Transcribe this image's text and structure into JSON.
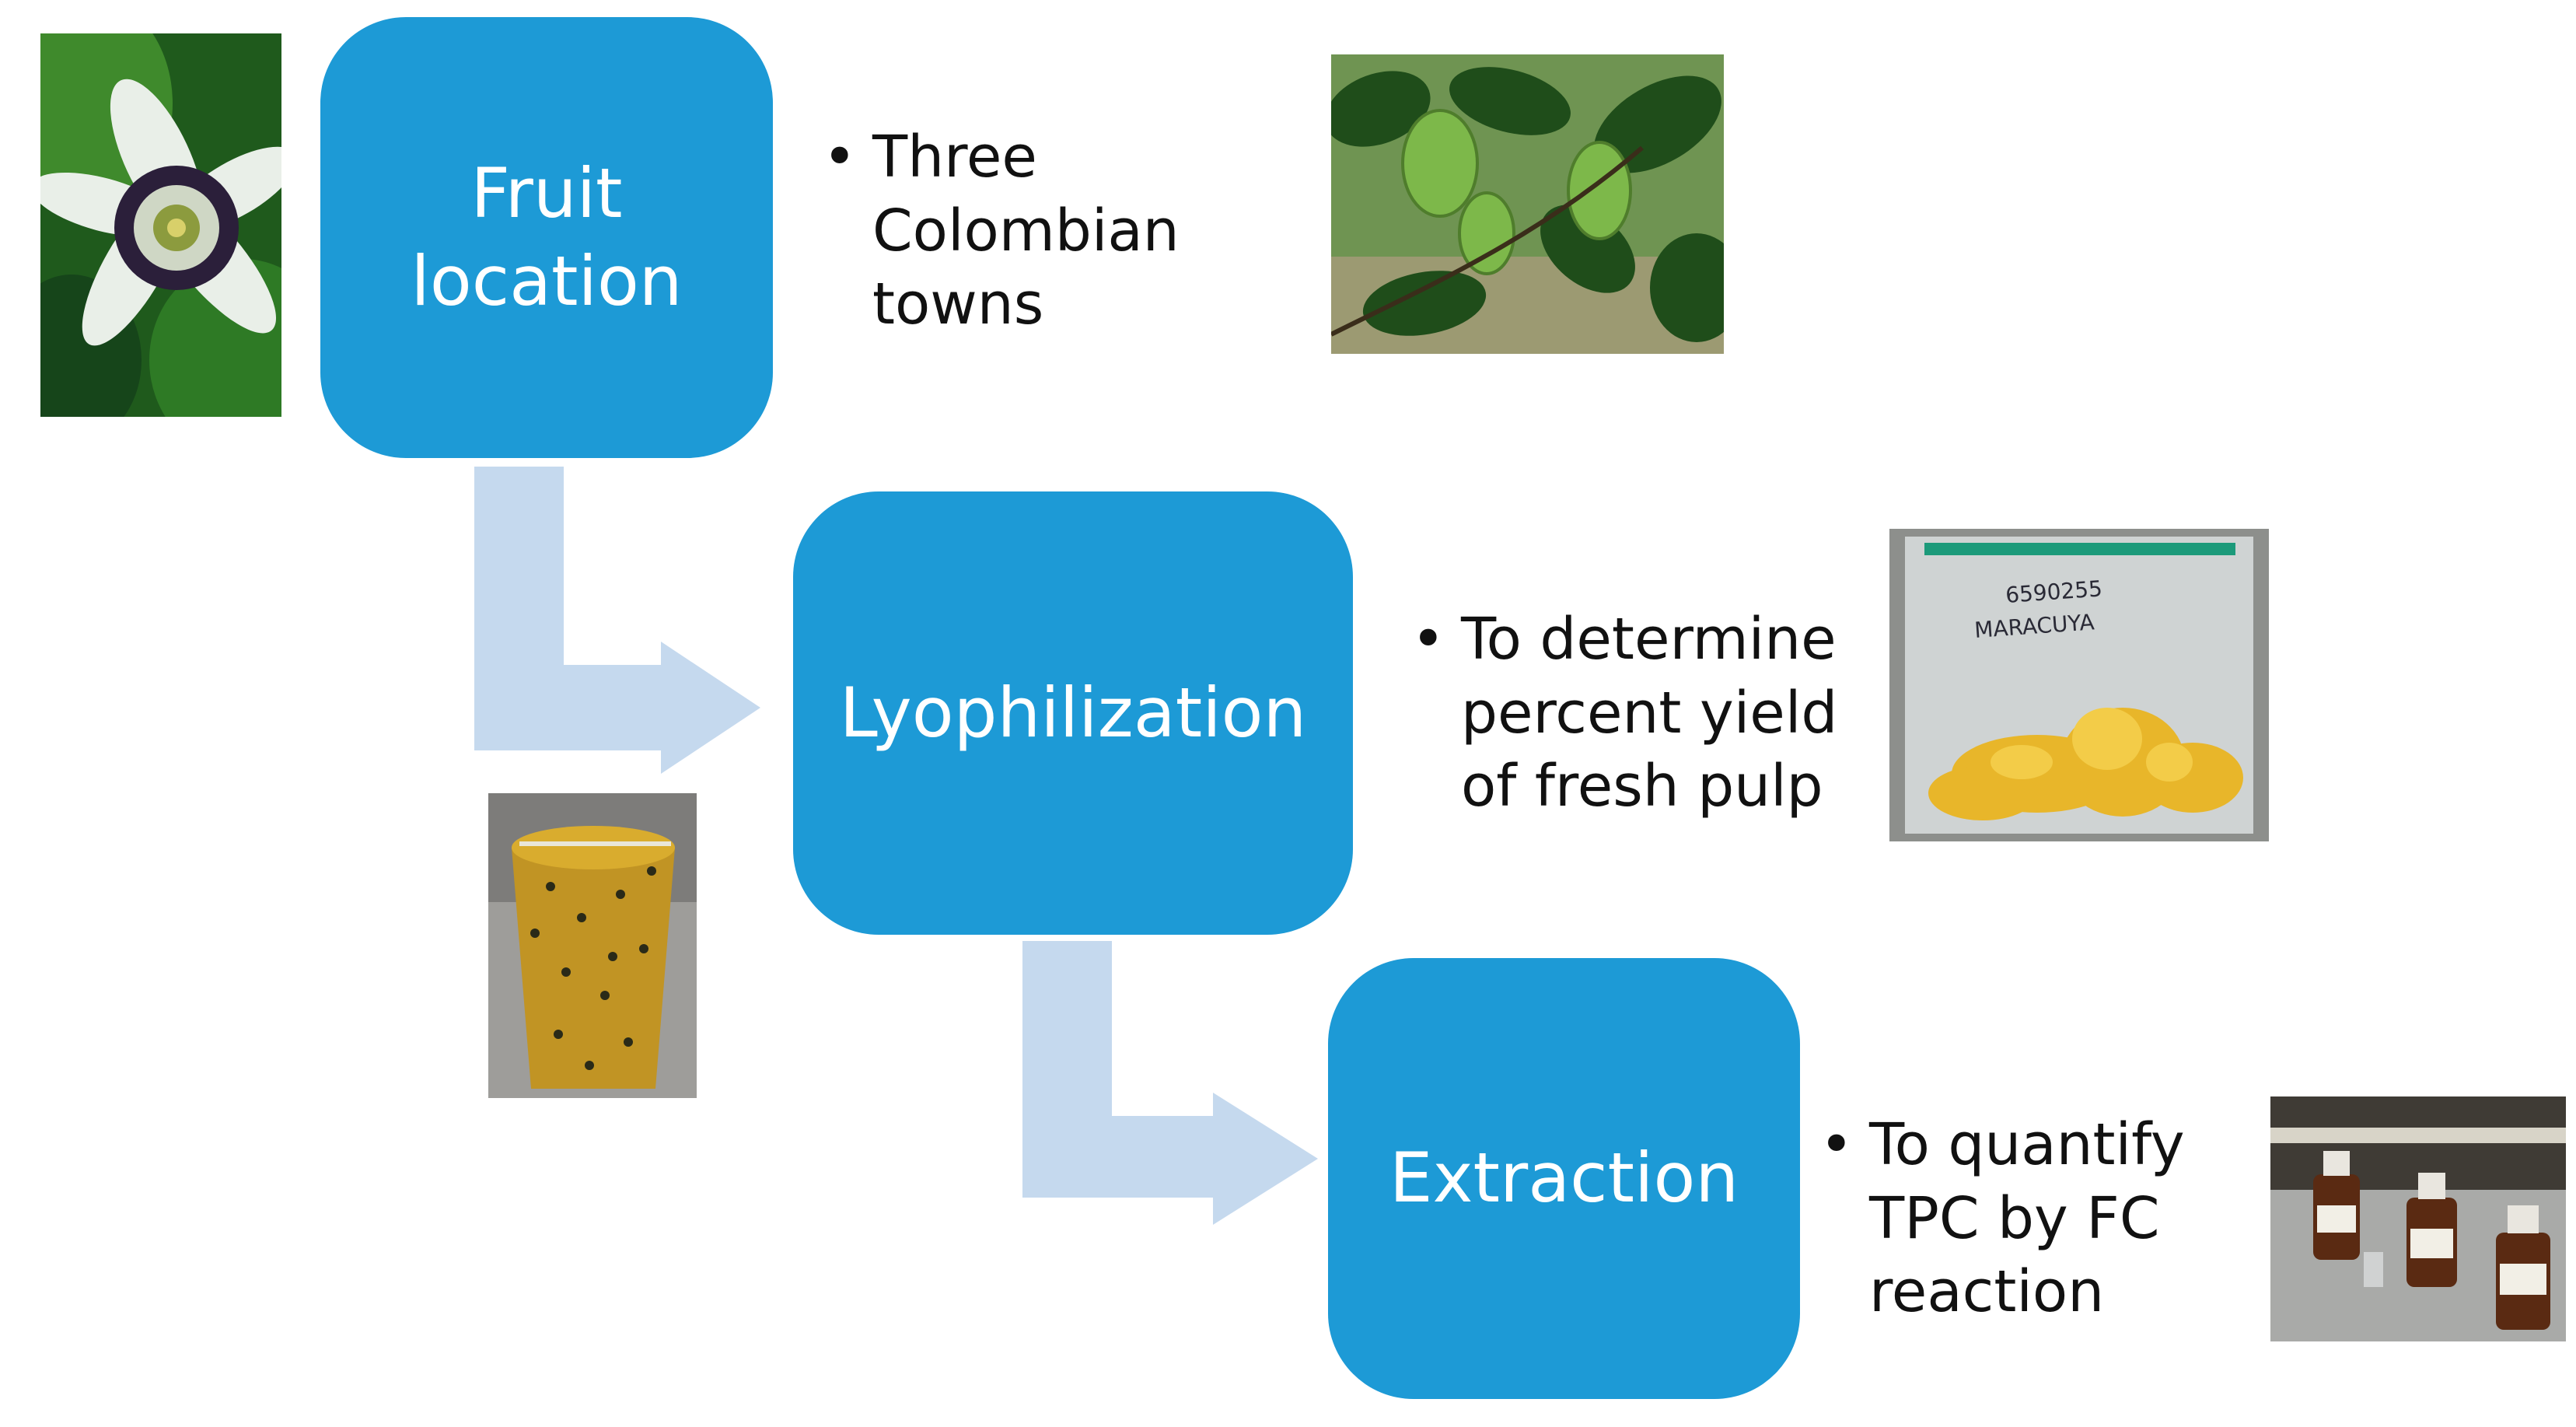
{
  "steps": {
    "fruit_location": {
      "line1": "Fruit",
      "line2": "location"
    },
    "lyophilization": {
      "label": "Lyophilization"
    },
    "extraction": {
      "label": "Extraction"
    }
  },
  "notes": {
    "fruit_location": {
      "line1": "Three",
      "line2": "Colombian",
      "line3": "towns"
    },
    "lyophilization": {
      "line1": "To determine",
      "line2": "percent yield",
      "line3": "of fresh pulp"
    },
    "extraction": {
      "line1": "To quantify",
      "line2": "TPC by FC",
      "line3": "reaction"
    }
  },
  "bag_label": {
    "line1": "6590255",
    "line2": "MARACUYA"
  },
  "colors": {
    "step_box": "#1d9ad6",
    "arrow": "#c5d9ee",
    "text": "#111111"
  },
  "icons": {
    "bullet": "•"
  }
}
